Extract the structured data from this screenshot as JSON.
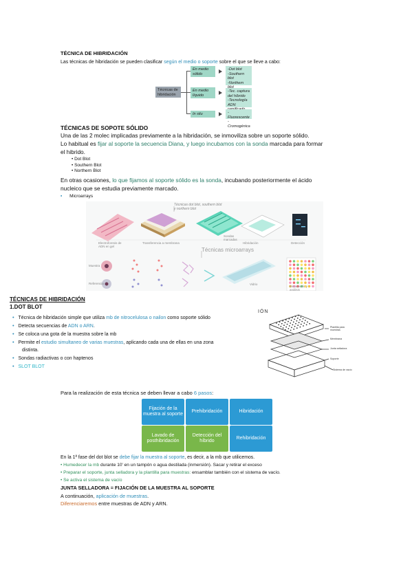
{
  "header": {
    "title": "TÉCNICA DE HIBRIDACIÓN",
    "intro_prefix": "Las técnicas de hibridación se pueden clasificar ",
    "intro_highlight": "según el medio o soporte",
    "intro_suffix": " sobre el que se lleve a cabo:"
  },
  "classification": {
    "root": "Técnicas de hibridación",
    "branches": [
      {
        "medium": "En medio sólido",
        "result": "-Dot blot\n-Southern blot\n-Northern blot\n-Microarrays"
      },
      {
        "medium": "En medio líquido",
        "result": "-Tec. captura del híbrido\n-Tecnología ADN ramificado"
      },
      {
        "medium": "In situ",
        "result": "-Fluorescente\n-Cromogénica"
      }
    ]
  },
  "solid": {
    "title": "TÉCNICAS DE SOPOTE SÓLIDO",
    "line1": "Una de las 2 molec implicadas previamente a la hibridación, se inmoviliza sobre un soporte sólido.",
    "line2_prefix": "Lo habitual es ",
    "line2_highlight": "fijar al soporte la secuencia Diana, y luego incubamos con la sonda",
    "line2_suffix": " marcada para formar",
    "line3": "el hibrido.",
    "blots": [
      "Dot Blot",
      "Southern Blot",
      "Northern Blot"
    ],
    "other_prefix": "En otras ocasiones, ",
    "other_highlight": "lo que fijamos al soporte sólido es la sonda",
    "other_suffix": ", incubando posteriormente el ácido",
    "other_line2": "nucleico que se estudia previamente marcado.",
    "microarrays": "Microarrays"
  },
  "figure2": {
    "top_caption": "Técnicas dot blot, southern blot y northern blot",
    "label_electro": "Electroforesis de ADN en gel",
    "label_transfer": "Transferencia a membrana",
    "label_probes": "Sondas marcadas",
    "label_hybrid": "Hibridación",
    "label_detect": "Detección",
    "middle_title": "Técnicas microarrays",
    "label_sample": "Muestra",
    "label_ref": "Referencia",
    "label_slide": "Vidrio",
    "label_scan": "Escaneado y análisis"
  },
  "hybrid": {
    "title": "TÉCNICAS DE HIBRIDACIÓN",
    "subtitle": "1.DOT BLOT",
    "items": [
      {
        "text": "Técnica de hibridación simple que utiliza ",
        "hl": "mb de nitrocelulosa o nailon",
        "rest": " como soporte sólido"
      },
      {
        "text": "Detecta secuencias de ",
        "hl": "ADN o ARN",
        "rest": "."
      },
      {
        "text": "Se coloca una gota de la muestra sobre la mb",
        "hl": "",
        "rest": ""
      },
      {
        "text": "Permite el ",
        "hl": "estudio simultaneo de varias muestras",
        "rest": ", aplicando cada una de ellas en una zona"
      },
      {
        "text": "Sondas radiactivas o con haptenos",
        "hl": "",
        "rest": ""
      },
      {
        "text": "",
        "hl": "SLOT BLOT",
        "rest": ""
      }
    ],
    "item4_cont": "distinta."
  },
  "apparatus": {
    "header": "IÓN",
    "labels": [
      "Plantilla para muestras",
      "Membrana",
      "Junta selladora",
      "Soporte",
      "Sistema de vacío"
    ]
  },
  "steps": {
    "intro_prefix": "Para la realización de esta técnica se deben llevar a cabo ",
    "intro_highlight": "6 pasos",
    "intro_suffix": ":",
    "boxes": [
      "Fijación de la muestra al soporte",
      "Prehibridación",
      "Hibridación",
      "Lavado de posthibridación",
      "Detección del híbrido",
      "Rehibridación"
    ]
  },
  "phase": {
    "line1_prefix": "En la 1ª fase del dot blot se ",
    "line1_hl": "debe fijar la muestra al soporte",
    "line1_suffix": ", es decir, a la mb que utilicemos.",
    "b1_hl": "Humedecer la mb",
    "b1_rest": " durante 10' en un tampón o agua destilada (inmersión). Sacar y retirar el exceso",
    "b2_hl": "Preparar el soporte, junta selladora y la plantilla para muestras:",
    "b2_rest": " ensamblar también con el sistema de vacío.",
    "b3_hl": "Se activa el sistema de vacío",
    "junta": "JUNTA SELLADORA = FIJACIÓN DE LA MUESTRA AL SOPORTE",
    "cont_prefix": "A continuación, ",
    "cont_hl": "aplicación de muestras",
    "cont_suffix": ".",
    "diff_hl": "Diferenciaremos",
    "diff_rest": " entre muestras de ADN y ARN."
  },
  "colors": {
    "blue": "#2e8db8",
    "teal": "#2a7d68",
    "orange": "#c96a2a"
  }
}
